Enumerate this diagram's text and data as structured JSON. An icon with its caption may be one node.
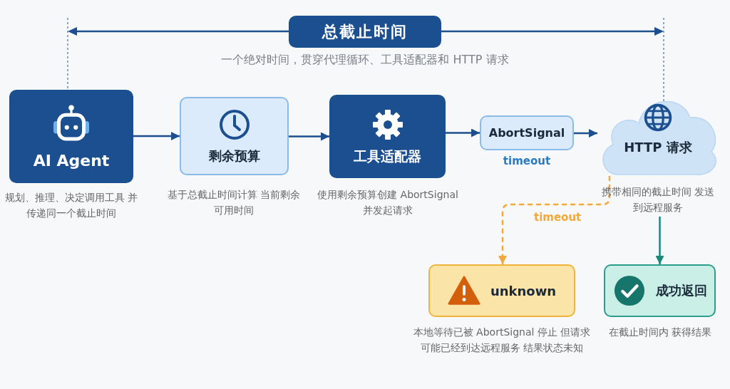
{
  "diagram": {
    "title": "总截止时间",
    "nodes": [
      {
        "text": [
          "AI Agent"
        ],
        "beside": [
          "规划、推理、决定调用工具 并传递同一个截止时间"
        ]
      },
      {
        "text": [
          "剩余预算"
        ],
        "beside": [
          "基于总截止时间计算 当前剩余可用时间"
        ]
      },
      {
        "text": [
          "工具适配器"
        ],
        "beside": [
          "使用剩余预算创建 AbortSignal 并发起请求"
        ]
      },
      {
        "text": [
          "AbortSignal"
        ],
        "beside": [
          "timeout"
        ]
      },
      {
        "text": [
          "HTTP 请求"
        ],
        "beside": [
          "携带相同的截止时间 发送到远程服务"
        ]
      },
      {
        "text": [
          "unknown"
        ],
        "beside": [
          "本地等待已被 AbortSignal 停止 但请求可能已经到达远程服务 结果状态未知"
        ]
      },
      {
        "text": [
          "成功返回"
        ],
        "beside": [
          "在截止时间内 获得结果"
        ]
      }
    ],
    "edges": [
      {
        "from": 0,
        "to": 1,
        "arrow": "to"
      },
      {
        "from": 1,
        "to": 2,
        "arrow": "to"
      },
      {
        "from": 2,
        "to": 3,
        "arrow": "to"
      },
      {
        "from": 3,
        "to": 4,
        "arrow": "to"
      },
      {
        "from": 4,
        "to": 5,
        "arrow": "to",
        "label": "timeout",
        "style": "dashed",
        "color": "#f2a93b"
      },
      {
        "from": 4,
        "to": 6,
        "arrow": "to",
        "color": "#1b8a7c"
      }
    ],
    "labels": [
      "一个绝对时间，贯穿代理循环、工具适配器和 HTTP 请求"
    ]
  }
}
